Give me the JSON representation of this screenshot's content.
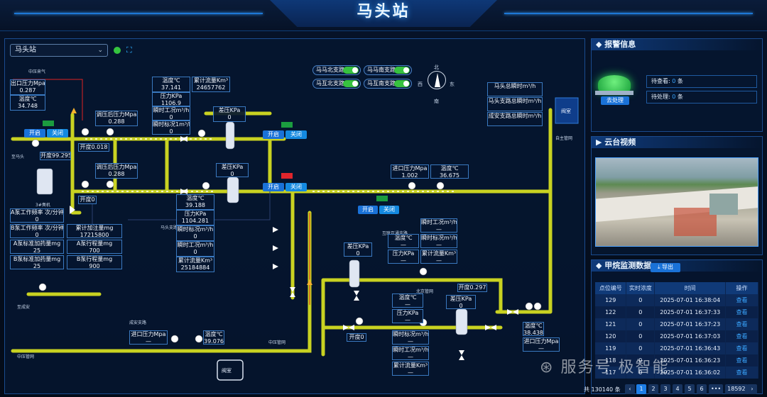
{
  "header": {
    "title": "马头站"
  },
  "station_select": {
    "value": "马头站"
  },
  "labels": {
    "zhongya": "中压来气",
    "matou": "至马头",
    "shuoji": "3#臭机",
    "matou_zhi": "马头支路",
    "zhicheng": "至成安",
    "chengan_zhi": "成安支路",
    "zhongya_out": "中压管网",
    "zhongya_out2": "中压管网",
    "huzhen": "互联互通支路",
    "beijing_dir": "北京管网",
    "zizhu": "自主管网",
    "gaoxia": "阀室",
    "fashi": "阀室"
  },
  "compass": {
    "n": "北",
    "s": "南",
    "e": "东",
    "w": "西"
  },
  "toggles": [
    {
      "label": "马马北支路"
    },
    {
      "label": "马马南支路"
    },
    {
      "label": "马互北支路"
    },
    {
      "label": "马互南支路"
    }
  ],
  "buttons": {
    "open": "开启",
    "close": "关闭"
  },
  "boxes": {
    "out_p": {
      "l": "出口压力Mpa",
      "v": "0.287"
    },
    "out_t": {
      "l": "温度℃",
      "v": "34.748"
    },
    "open1": {
      "l": "开度99.295"
    },
    "reg1_p": {
      "l": "调压后压力Mpa",
      "v": "0.288"
    },
    "open2": {
      "l": "开度0.018"
    },
    "reg2_p": {
      "l": "调压后压力Mpa",
      "v": "0.288"
    },
    "open3": {
      "l": "开度0"
    },
    "t1": {
      "l": "温度℃",
      "v": "37.141"
    },
    "flow1": {
      "l": "累计流量Km³",
      "v": "24657762"
    },
    "p1": {
      "l": "压力KPa",
      "v": "1106.9"
    },
    "inst1": {
      "l": "瞬时工况m³/h",
      "v": "0"
    },
    "std1": {
      "l": "瞬时标况1m³/h",
      "v": "0"
    },
    "dp1": {
      "l": "差压KPa",
      "v": "0"
    },
    "dp2": {
      "l": "差压KPa",
      "v": "0"
    },
    "t2": {
      "l": "温度℃",
      "v": "39.188"
    },
    "p2": {
      "l": "压力KPa",
      "v": "1104.281"
    },
    "std2": {
      "l": "瞬时标况m³/h",
      "v": "0"
    },
    "inst2": {
      "l": "瞬时工况m³/h",
      "v": "0"
    },
    "flow2": {
      "l": "累计流量Km³",
      "v": "25184884"
    },
    "pumpA_f": {
      "l": "A泵工作频率 次/分钟",
      "v": "0"
    },
    "pumpB_f": {
      "l": "B泵工作频率 次/分钟",
      "v": "0"
    },
    "inject": {
      "l": "累计加注量mg",
      "v": "17215800"
    },
    "pumpA_rate": {
      "l": "A泵标准加药量mg",
      "v": "25"
    },
    "pumpA_stroke": {
      "l": "A泵行程量mg",
      "v": "700"
    },
    "pumpB_rate": {
      "l": "B泵标准加药量mg",
      "v": "25"
    },
    "pumpB_stroke": {
      "l": "B泵行程量mg",
      "v": "900"
    },
    "in_p": {
      "l": "进口压力Mpa",
      "v": "1.002"
    },
    "in_t": {
      "l": "温度℃",
      "v": "36.675"
    },
    "mt_total": {
      "l": "马头总瞬时m³/h",
      "v": ""
    },
    "mt_branch": {
      "l": "马头支路总瞬时m³/h",
      "v": ""
    },
    "ca_branch": {
      "l": "成安支路总瞬时m³/h",
      "v": ""
    },
    "dp3": {
      "l": "差压KPa",
      "v": "0"
    },
    "t3": {
      "l": "温度℃",
      "v": "—"
    },
    "p3": {
      "l": "压力KPa",
      "v": "—"
    },
    "inst3": {
      "l": "瞬时工况m³/h",
      "v": "—"
    },
    "std3": {
      "l": "瞬时标况m³/h",
      "v": "—"
    },
    "flow3": {
      "l": "累计流量Km³",
      "v": "—"
    },
    "open4": {
      "l": "开度0.297"
    },
    "t4": {
      "l": "温度℃",
      "v": "—"
    },
    "p4": {
      "l": "压力KPa",
      "v": "—"
    },
    "dp4": {
      "l": "差压KPa",
      "v": "0"
    },
    "std4": {
      "l": "瞬时标况m³/h",
      "v": "—"
    },
    "inst4": {
      "l": "瞬时工况m³/h",
      "v": "—"
    },
    "flow4": {
      "l": "累计流量Km³",
      "v": "—"
    },
    "open5": {
      "l": "开度0"
    },
    "t5": {
      "l": "温度℃",
      "v": "38.438"
    },
    "in_p2": {
      "l": "进口压力Mpa",
      "v": "—"
    },
    "in_p3": {
      "l": "进口压力Mpa",
      "v": "—"
    },
    "in_t3": {
      "l": "温度℃",
      "v": "39.076"
    }
  },
  "alarm": {
    "title": "报警信息",
    "handle": "去处理",
    "pending_check": "待查看:",
    "pending_handle": "待处理:",
    "count1": "0",
    "count2": "0",
    "unit": "条"
  },
  "video": {
    "title": "云台视频"
  },
  "monitor": {
    "title": "甲烷监测数据",
    "export": "导出",
    "headers": [
      "点位编号",
      "实时浓度",
      "时间",
      "操作"
    ],
    "rows": [
      [
        "129",
        "0",
        "2025-07-01 16:38:04",
        "查看"
      ],
      [
        "122",
        "0",
        "2025-07-01 16:37:33",
        "查看"
      ],
      [
        "121",
        "0",
        "2025-07-01 16:37:23",
        "查看"
      ],
      [
        "120",
        "0",
        "2025-07-01 16:37:03",
        "查看"
      ],
      [
        "119",
        "0",
        "2025-07-01 16:36:43",
        "查看"
      ],
      [
        "118",
        "0",
        "2025-07-01 16:36:23",
        "查看"
      ],
      [
        "117",
        "0",
        "2025-07-01 16:36:02",
        "查看"
      ]
    ],
    "total": "共 130140 条",
    "pages": [
      "1",
      "2",
      "3",
      "4",
      "5",
      "6",
      "•••",
      "18592"
    ]
  },
  "watermark": {
    "a": "服务号",
    "b": "极智能"
  },
  "colors": {
    "pipe": "#c9d221",
    "accent": "#1a72d8",
    "alarm_green": "#22c44a",
    "red": "#e0252c"
  }
}
